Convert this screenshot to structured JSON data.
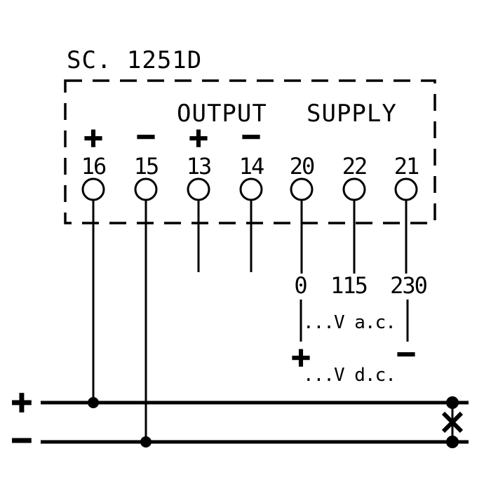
{
  "device": {
    "title": "SC. 1251D",
    "section_output": "OUTPUT",
    "section_supply": "SUPPLY"
  },
  "terminals": [
    {
      "number": "16",
      "polarity": "+"
    },
    {
      "number": "15",
      "polarity": "−"
    },
    {
      "number": "13",
      "polarity": "+"
    },
    {
      "number": "14",
      "polarity": "−"
    },
    {
      "number": "20",
      "polarity": ""
    },
    {
      "number": "22",
      "polarity": ""
    },
    {
      "number": "21",
      "polarity": ""
    }
  ],
  "supply": {
    "voltage_taps": [
      "0",
      "115",
      "230"
    ],
    "ac_label": "...V a.c.",
    "dc_plus": "+",
    "dc_minus": "−",
    "dc_label": "...V d.c."
  },
  "bus": {
    "positive_label": "+",
    "negative_label": "−"
  },
  "colors": {
    "line": "#000000",
    "background": "#ffffff"
  }
}
